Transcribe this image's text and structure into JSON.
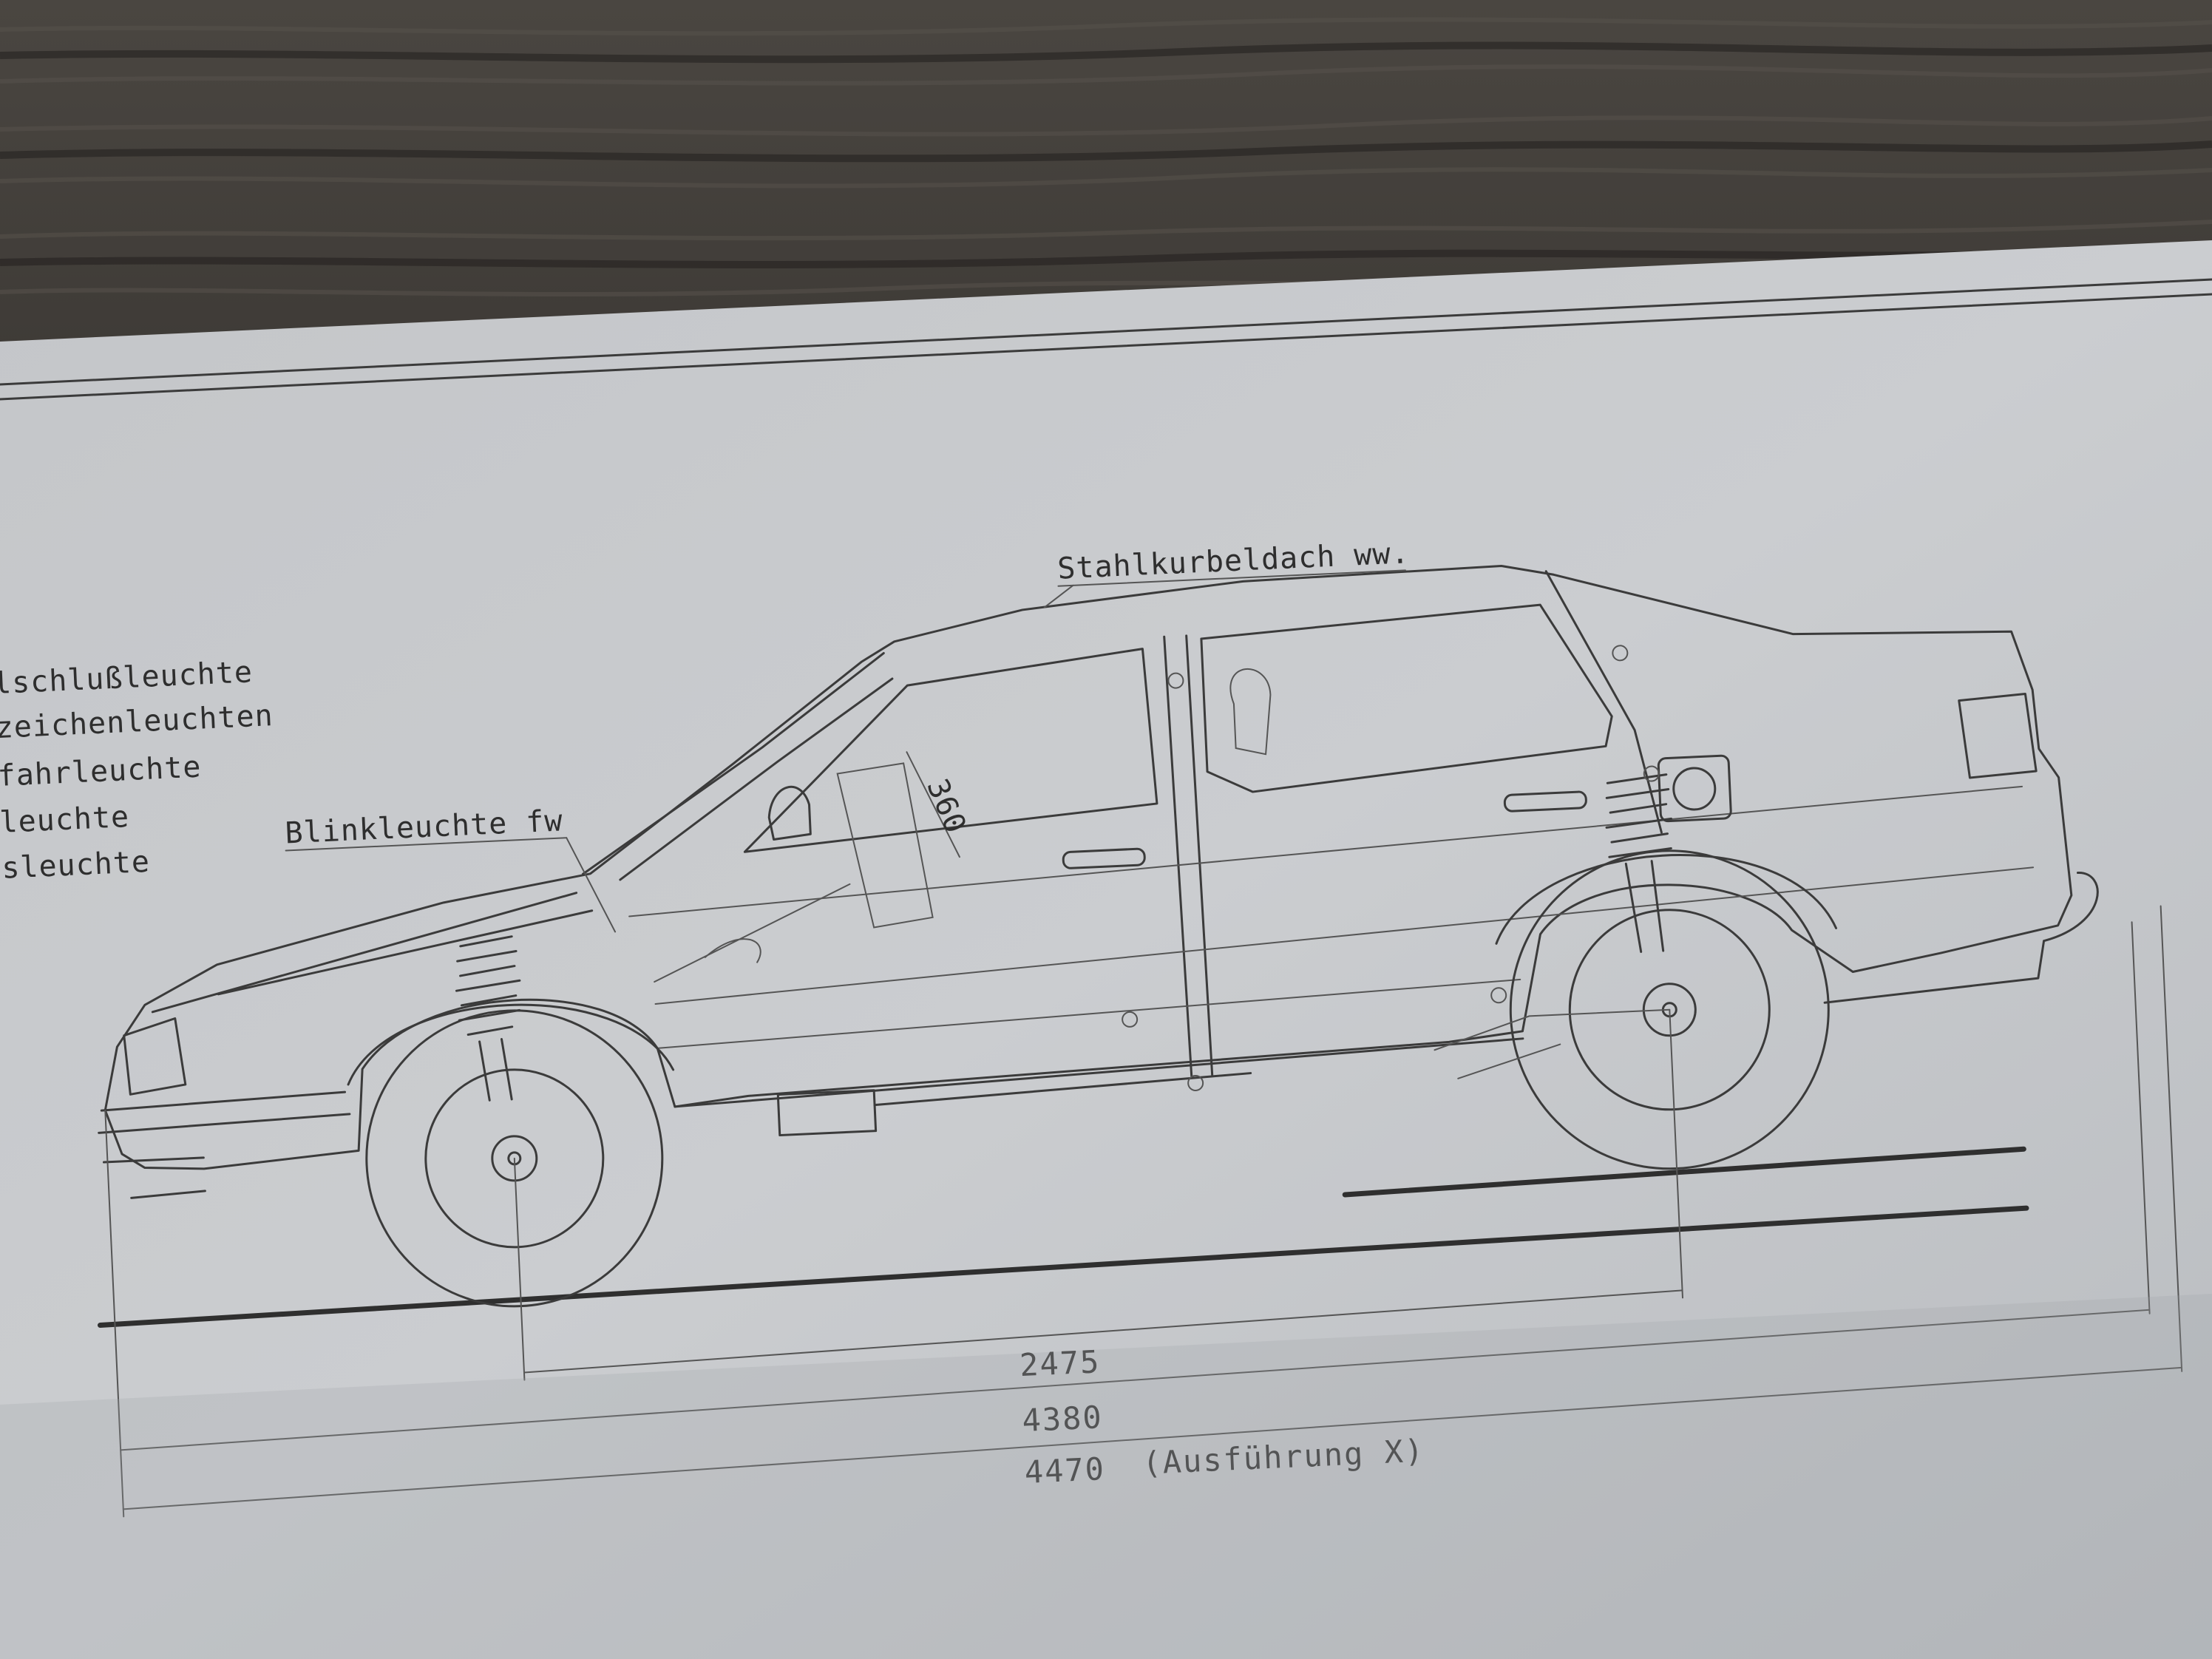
{
  "labels": {
    "roof": "Stahlkurbeldach ww.",
    "legend_1": "elschlußleuchte",
    "legend_2": "nzeichenleuchten",
    "legend_3": "kfahrleuchte",
    "legend_4": "kleuchte",
    "legend_5": "msleuchte",
    "blinker": "Blinkleuchte fw",
    "seat_angle": "360"
  },
  "dimensions": {
    "wheelbase": "2475",
    "length": "4380",
    "length_x": "4470",
    "length_x_note": "(Ausführung X)"
  },
  "colors": {
    "wood": "#3a3733",
    "paper": "#c6c8cb",
    "ink": "#3b3b3b"
  }
}
